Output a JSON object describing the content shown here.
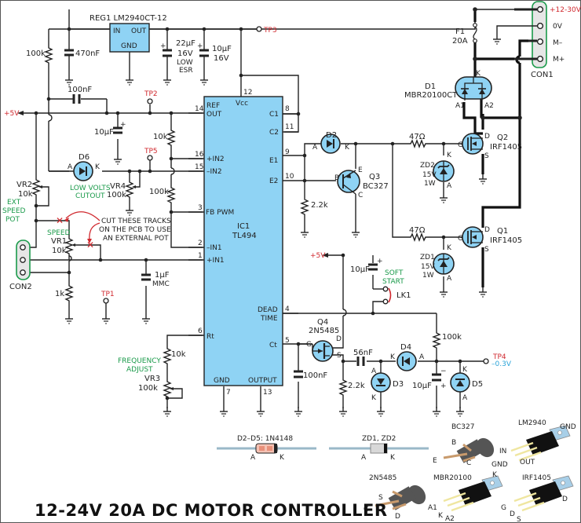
{
  "title": "12-24V 20A DC MOTOR CONTROLLER",
  "colors": {
    "component_fill": "#8fd3f4",
    "testpoint_label": "#d0282e",
    "annotation_green": "#1a9a4a",
    "tp4_value": "#2aa3d8",
    "connector_outline": "#1a9a4a"
  },
  "reg1": {
    "name": "REG1 LM2940CT-12",
    "pin_in": "IN",
    "pin_out": "OUT",
    "pin_gnd": "GND"
  },
  "ic1": {
    "name": "IC1",
    "part": "TL494",
    "pins": {
      "vcc": {
        "num": "12",
        "label": "Vcc"
      },
      "ref": {
        "num": "14",
        "label1": "REF",
        "label2": "OUT"
      },
      "in2p": {
        "num": "16",
        "label": "+IN2"
      },
      "in2n": {
        "num": "15",
        "label": "–IN2"
      },
      "fb": {
        "num": "3",
        "label": "FB PWM"
      },
      "in1n": {
        "num": "2",
        "label": "–IN1"
      },
      "in1p": {
        "num": "1",
        "label": "+IN1"
      },
      "rt": {
        "num": "6",
        "label": "Rt"
      },
      "c1": {
        "num": "8",
        "label": "C1"
      },
      "c2": {
        "num": "11",
        "label": "C2"
      },
      "e1": {
        "num": "9",
        "label": "E1"
      },
      "e2": {
        "num": "10",
        "label": "E2"
      },
      "dt": {
        "num": "4",
        "label1": "DEAD",
        "label2": "TIME"
      },
      "ct": {
        "num": "5",
        "label": "Ct"
      },
      "gnd": {
        "num": "7",
        "label": "GND"
      },
      "out": {
        "num": "13",
        "label": "OUTPUT"
      }
    }
  },
  "testpoints": {
    "tp1": "TP1",
    "tp2": "TP2",
    "tp3": "TP3",
    "tp4": "TP4",
    "tp4_value": "–0.3V",
    "tp5": "TP5"
  },
  "rails": {
    "plus5v": "+5V"
  },
  "components": {
    "r_100k_top": "100k",
    "c_470n": "470nF",
    "c_22u": [
      "22µF",
      "16V",
      "LOW",
      "ESR"
    ],
    "c_10u_reg": [
      "10µF",
      "16V"
    ],
    "c_100n_ref": "100nF",
    "c_10u_ref": "10µF",
    "r_10k_in2": "10k",
    "r_100k_in2": "100k",
    "d6": {
      "name": "D6",
      "a": "A",
      "k": "K",
      "note1": "LOW VOLTS",
      "note2": "CUTOUT"
    },
    "vr4": [
      "VR4",
      "100k"
    ],
    "vr2": [
      "VR2",
      "10k"
    ],
    "vr1": [
      "SPEED",
      "VR1",
      "10k"
    ],
    "con2": {
      "name": "CON2",
      "note": [
        "EXT",
        "SPEED",
        "POT"
      ]
    },
    "cut_note": [
      "CUT THESE TRACKS",
      "ON THE PCB TO USE",
      "AN EXTERNAL POT"
    ],
    "r_1k": "1k",
    "c_1u": [
      "1µF",
      "MMC"
    ],
    "r_10k_rt": "10k",
    "vr3": {
      "note": [
        "FREQUENCY",
        "ADJUST"
      ],
      "name": "VR3",
      "value": "100k"
    },
    "d2": {
      "name": "D2",
      "a": "A",
      "k": "K"
    },
    "q3": {
      "name": "Q3",
      "part": "BC327",
      "b": "B",
      "e": "E",
      "c": "C"
    },
    "r_2k2_q3": "2.2k",
    "r_47_q2": "47Ω",
    "r_47_q1": "47Ω",
    "zd2": [
      "ZD2",
      "15V",
      "1W"
    ],
    "zd1": [
      "ZD1",
      "15V",
      "1W"
    ],
    "q2": {
      "name": "Q2",
      "part": "IRF1405",
      "g": "G",
      "d": "D",
      "s": "S"
    },
    "q1": {
      "name": "Q1",
      "part": "IRF1405",
      "g": "G",
      "d": "D",
      "s": "S"
    },
    "d1": {
      "name": "D1",
      "part": "MBR20100CT",
      "k": "K",
      "a1": "A1",
      "a2": "A2"
    },
    "f1": [
      "F1",
      "20A"
    ],
    "con1": {
      "name": "CON1",
      "pins": [
        "+12-30V",
        "0V",
        "M–",
        "M+"
      ]
    },
    "c_10u_ss": "10µF",
    "soft_start": [
      "SOFT",
      "START"
    ],
    "lk1": "LK1",
    "q4": {
      "name": "Q4",
      "part": "2N5485",
      "g": "G",
      "d": "D",
      "s": "S"
    },
    "c_100n_ct": "100nF",
    "c_56n": "56nF",
    "r_2k2_q4": "2.2k",
    "d3": {
      "name": "D3",
      "a": "A",
      "k": "K"
    },
    "d4": {
      "name": "D4",
      "a": "A",
      "k": "K"
    },
    "d5": {
      "name": "D5",
      "a": "A",
      "k": "K"
    },
    "c_10u_neg": "10µF",
    "r_100k_dt": "100k"
  },
  "pinouts": {
    "d_1n4148": {
      "label": "D2–D5: 1N4148",
      "a": "A",
      "k": "K"
    },
    "zener": {
      "label": "ZD1, ZD2",
      "a": "A",
      "k": "K"
    },
    "bc327": {
      "label": "BC327",
      "pins": [
        "B",
        "E",
        "C"
      ]
    },
    "lm2940": {
      "label": "LM2940",
      "tab": "GND",
      "pins": [
        "IN",
        "GND",
        "OUT"
      ]
    },
    "n2n5485": {
      "label": "2N5485",
      "pins": [
        "S",
        "G",
        "D"
      ]
    },
    "mbr20100": {
      "label": "MBR20100",
      "tab": "K",
      "pins": [
        "A1",
        "K",
        "A2"
      ]
    },
    "irf1405": {
      "label": "IRF1405",
      "tab": "D",
      "pins": [
        "G",
        "D",
        "S"
      ]
    }
  }
}
